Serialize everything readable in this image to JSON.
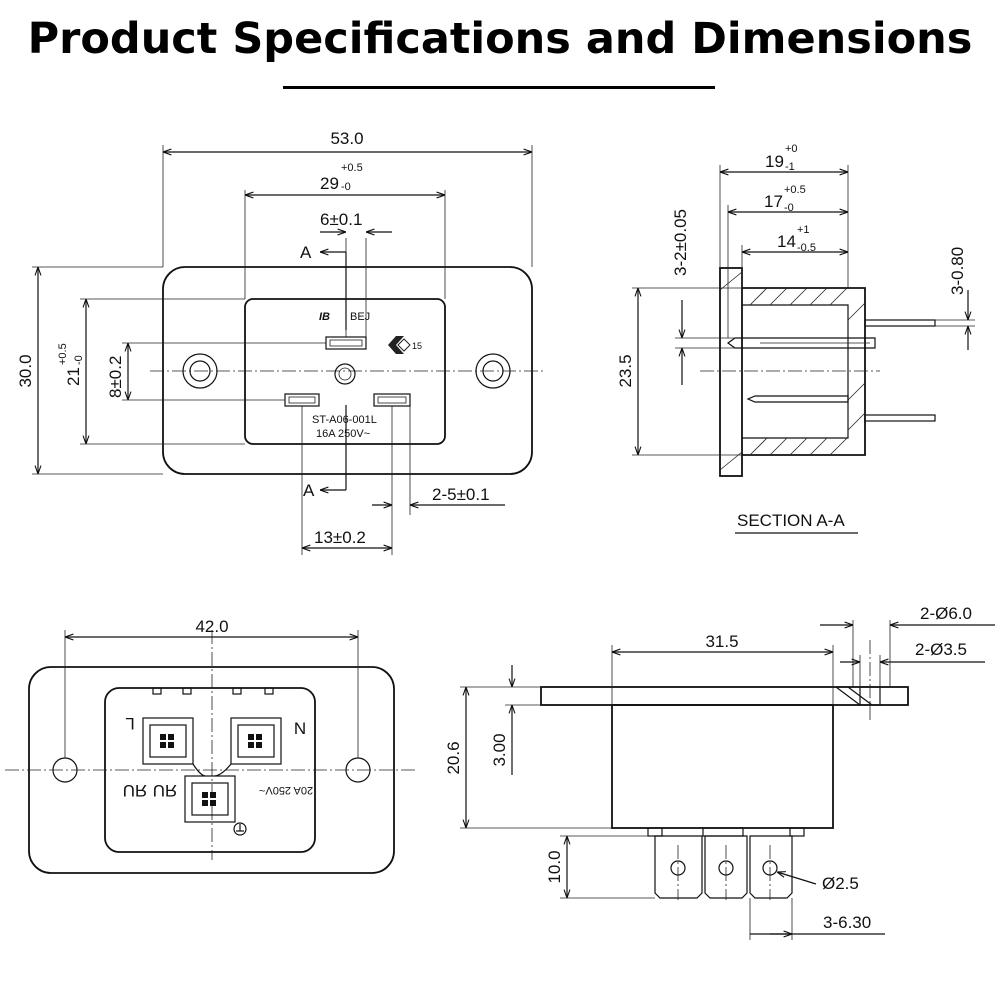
{
  "title": "Product Specifications and Dimensions",
  "top_view": {
    "dims": {
      "width_53": "53.0",
      "width_29": "29",
      "tol_29_up": "+0.5",
      "tol_29_down": "-0",
      "pin_6": "6±0.1",
      "height_30": "30.0",
      "height_21": "21",
      "tol_21_up": "+0.5",
      "tol_21_down": "-0",
      "pin_8": "8±0.2",
      "pin_2_5": "2-5±0.1",
      "pin_13": "13±0.2"
    },
    "section_marker": "A",
    "labels": {
      "brand": "BEJ",
      "part_no": "ST-A06-001L",
      "rating": "16A 250V~",
      "cert": "15"
    }
  },
  "section_view": {
    "caption": "SECTION A-A",
    "dims": {
      "d_19": "19",
      "tol_19_up": "+0",
      "tol_19_down": "-1",
      "d_17": "17",
      "tol_17_up": "+0.5",
      "tol_17_down": "-0",
      "d_14": "14",
      "tol_14_up": "+1",
      "tol_14_down": "-0.5",
      "d_3_2": "3-2±0.05",
      "d_3_080": "3-0.80",
      "d_23_5": "23.5"
    }
  },
  "bottom_view": {
    "dims": {
      "width_42": "42.0"
    },
    "labels": {
      "l": "L",
      "n": "N",
      "rating": "20A 250V~"
    }
  },
  "side_view": {
    "dims": {
      "d_31_5": "31.5",
      "d_2_6": "2-Ø6.0",
      "d_2_35": "2-Ø3.5",
      "d_20_6": "20.6",
      "d_3_00": "3.00",
      "d_10_0": "10.0",
      "d_2_5": "Ø2.5",
      "d_3_630": "3-6.30"
    }
  }
}
